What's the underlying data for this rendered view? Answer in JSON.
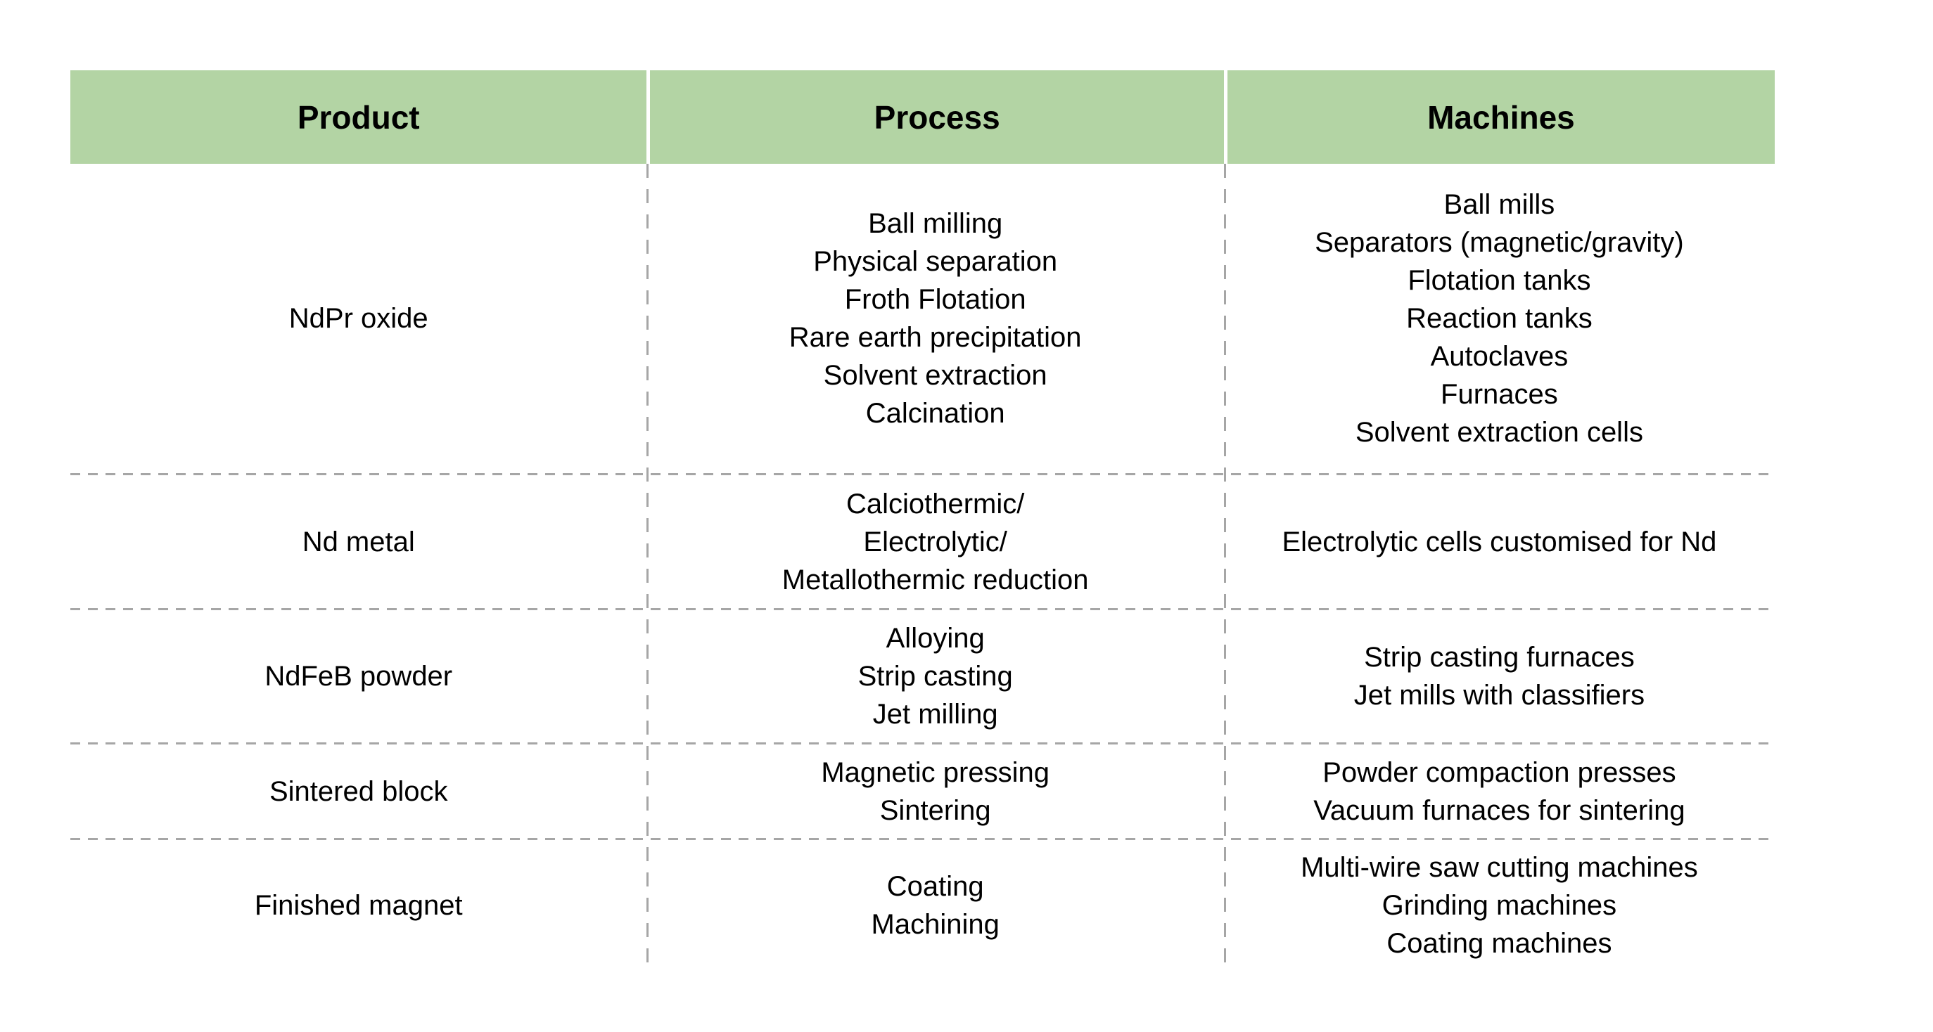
{
  "table": {
    "headers": [
      "Product",
      "Process",
      "Machines"
    ],
    "rows": [
      {
        "product": "NdPr oxide",
        "process": [
          "Ball milling",
          "Physical separation",
          "Froth Flotation",
          "Rare earth precipitation",
          "Solvent extraction",
          "Calcination"
        ],
        "machines": [
          "Ball mills",
          "Separators (magnetic/gravity)",
          "Flotation tanks",
          "Reaction tanks",
          "Autoclaves",
          "Furnaces",
          "Solvent extraction cells"
        ]
      },
      {
        "product": "Nd metal",
        "process": [
          "Calciothermic/",
          "Electrolytic/",
          "Metallothermic reduction"
        ],
        "machines": [
          "Electrolytic cells customised for Nd"
        ]
      },
      {
        "product": "NdFeB powder",
        "process": [
          "Alloying",
          "Strip casting",
          "Jet milling"
        ],
        "machines": [
          "Strip casting furnaces",
          "Jet mills with classifiers"
        ]
      },
      {
        "product": "Sintered block",
        "process": [
          "Magnetic pressing",
          "Sintering"
        ],
        "machines": [
          "Powder compaction presses",
          "Vacuum furnaces for sintering"
        ]
      },
      {
        "product": "Finished magnet",
        "process": [
          "Coating",
          "Machining"
        ],
        "machines": [
          "Multi-wire saw cutting machines",
          "Grinding machines",
          "Coating machines"
        ]
      }
    ]
  },
  "colors": {
    "header_bg": "#B3D4A4",
    "divider": "#A6A6A6",
    "text": "#000000",
    "background": "#FFFFFF"
  }
}
